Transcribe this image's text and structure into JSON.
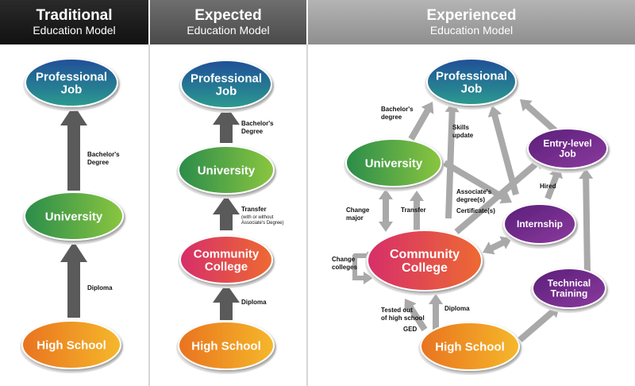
{
  "headers": [
    {
      "line1": "Traditional",
      "line2": "Education Model"
    },
    {
      "line1": "Expected",
      "line2": "Education Model"
    },
    {
      "line1": "Experienced",
      "line2": "Education Model"
    }
  ],
  "nodes": {
    "trad_professional": {
      "line1": "Professional",
      "line2": "Job"
    },
    "trad_university": {
      "line1": "University"
    },
    "trad_highschool": {
      "line1": "High School"
    },
    "exp_professional": {
      "line1": "Professional",
      "line2": "Job"
    },
    "exp_university": {
      "line1": "University"
    },
    "exp_community": {
      "line1": "Community",
      "line2": "College"
    },
    "exp_highschool": {
      "line1": "High School"
    },
    "xp_professional": {
      "line1": "Professional",
      "line2": "Job"
    },
    "xp_university": {
      "line1": "University"
    },
    "xp_entry": {
      "line1": "Entry-level",
      "line2": "Job"
    },
    "xp_internship": {
      "line1": "Internship"
    },
    "xp_community": {
      "line1": "Community",
      "line2": "College"
    },
    "xp_technical": {
      "line1": "Technical",
      "line2": "Training"
    },
    "xp_highschool": {
      "line1": "High School"
    }
  },
  "labels": {
    "trad_bachelors": [
      "Bachelor's",
      "Degree"
    ],
    "trad_diploma": [
      "Diploma"
    ],
    "exp_bachelors": [
      "Bachelor's",
      "Degree"
    ],
    "exp_transfer": [
      "Transfer"
    ],
    "exp_transfer_note": [
      "(with or without",
      "Associate's Degree)"
    ],
    "exp_diploma": [
      "Diploma"
    ],
    "xp_bachelors": [
      "Bachelor's",
      "degree"
    ],
    "xp_skills": [
      "Skills",
      "update"
    ],
    "xp_change_major": [
      "Change",
      "major"
    ],
    "xp_transfer": [
      "Transfer"
    ],
    "xp_associates": [
      "Associate's",
      "degree(s)"
    ],
    "xp_certificates": [
      "Certificate(s)"
    ],
    "xp_hired": [
      "Hired"
    ],
    "xp_change_colleges": [
      "Change",
      "colleges"
    ],
    "xp_tested_out": [
      "Tested out",
      "of high school"
    ],
    "xp_ged": [
      "GED"
    ],
    "xp_diploma": [
      "Diploma"
    ]
  },
  "colors": {
    "professional": [
      "#1f4f98",
      "#2c9b8f"
    ],
    "university": [
      "#2a8c4a",
      "#8ac640"
    ],
    "community": [
      "#d62e6a",
      "#ee6a32"
    ],
    "highschool": [
      "#e9731f",
      "#f5b82b"
    ],
    "purple": [
      "#5a1f7a",
      "#8c3a9e"
    ],
    "arrow_dark": "#5a5a5a",
    "arrow_light": "#a9a9a9"
  }
}
